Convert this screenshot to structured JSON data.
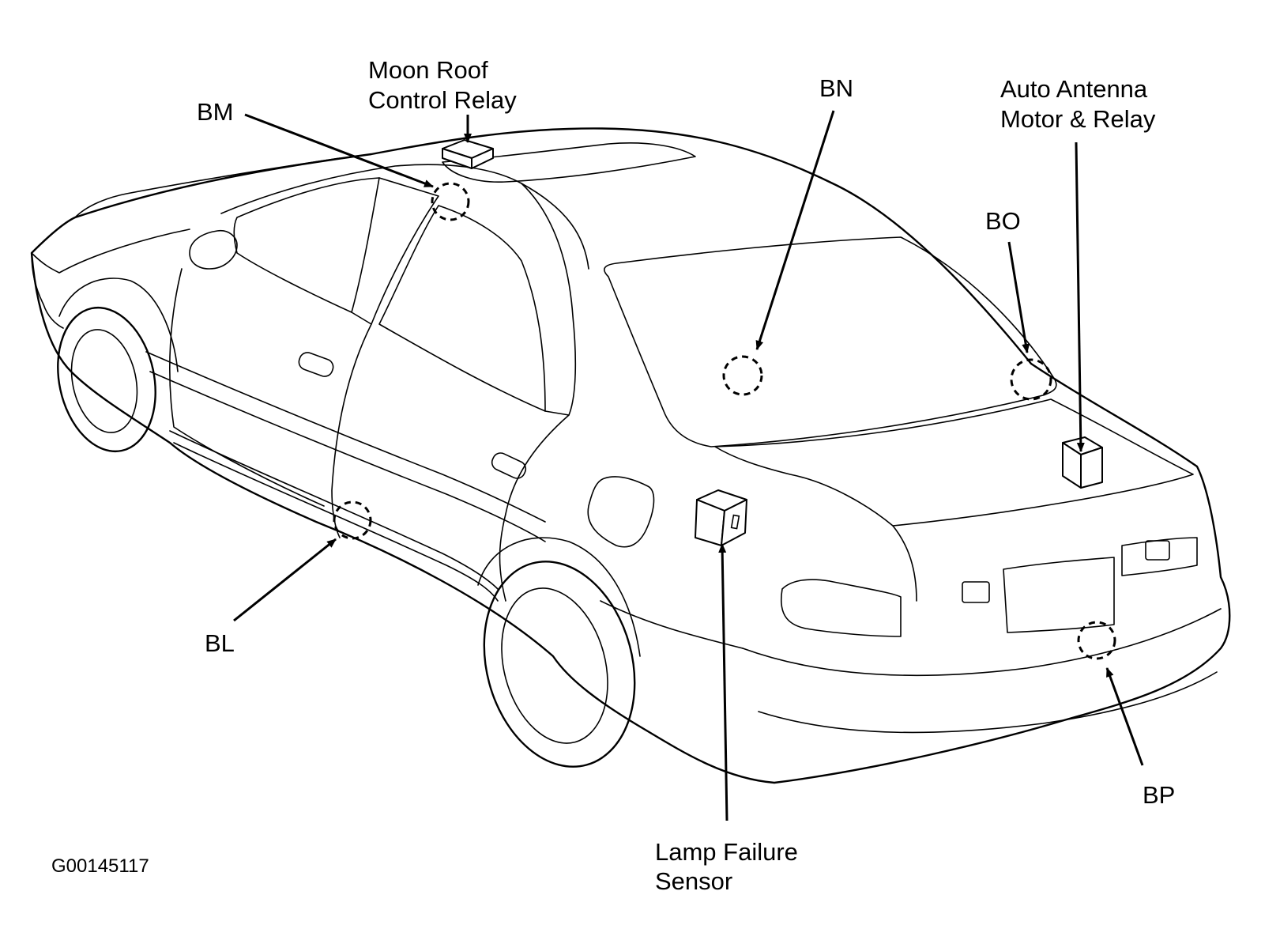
{
  "figure_id": "G00145117",
  "callouts": {
    "bm": "BM",
    "moon_roof_line1": "Moon Roof",
    "moon_roof_line2": "Control Relay",
    "bn": "BN",
    "bo": "BO",
    "antenna_line1": "Auto Antenna",
    "antenna_line2": "Motor & Relay",
    "bl": "BL",
    "lamp_line1": "Lamp Failure",
    "lamp_line2": "Sensor",
    "bp": "BP"
  }
}
